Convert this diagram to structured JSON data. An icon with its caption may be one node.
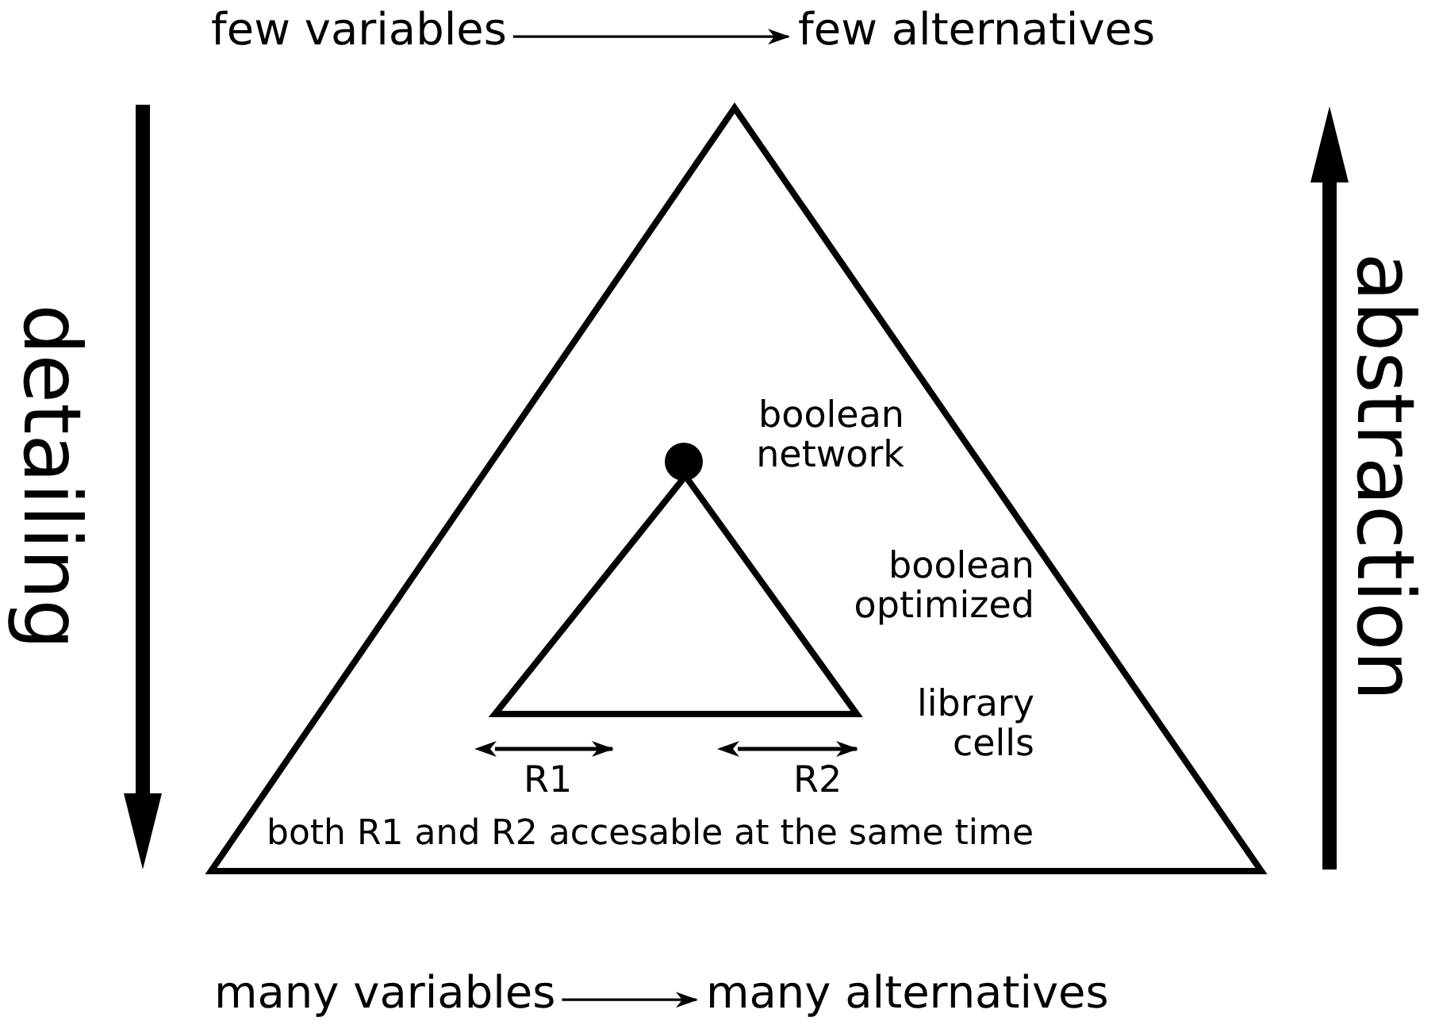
{
  "diagram": {
    "nodes": [
      {
        "text": [
          "few variables"
        ]
      },
      {
        "text": [
          "few alternatives"
        ]
      },
      {
        "text": [
          "many variables"
        ]
      },
      {
        "text": [
          "many alternatives"
        ]
      }
    ],
    "edges": [
      {
        "from": 0,
        "to": 1,
        "arrow": "to"
      },
      {
        "from": 2,
        "to": 3,
        "arrow": "to"
      }
    ],
    "labels": [
      "detailing",
      "abstraction",
      "boolean network",
      "boolean optimized",
      "library cells",
      "R1",
      "R2",
      "both R1 and R2 accesable at the same time"
    ]
  }
}
